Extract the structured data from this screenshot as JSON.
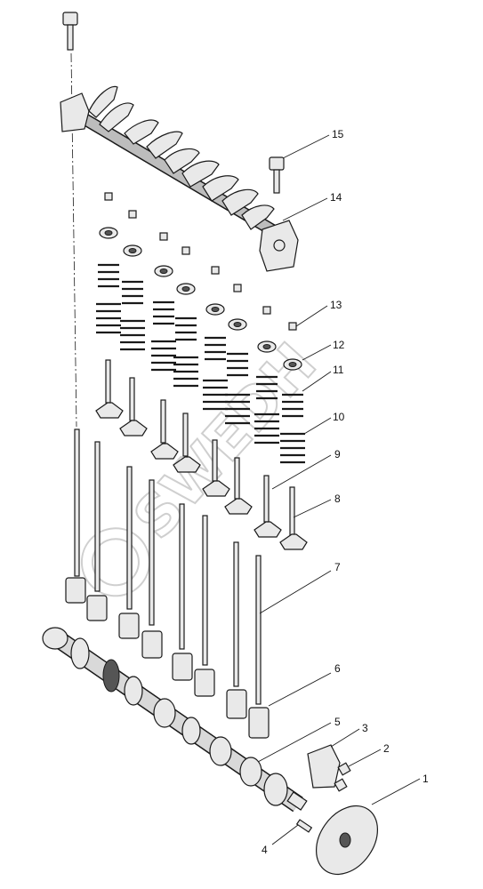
{
  "callouts": [
    "1",
    "2",
    "3",
    "4",
    "5",
    "6",
    "7",
    "8",
    "9",
    "10",
    "11",
    "12",
    "13",
    "14",
    "15"
  ],
  "watermark": "SWEDH",
  "colors": {
    "line": "#1a1a1a",
    "fill": "#e9e9e9",
    "watermark": "#cfcfcf"
  }
}
